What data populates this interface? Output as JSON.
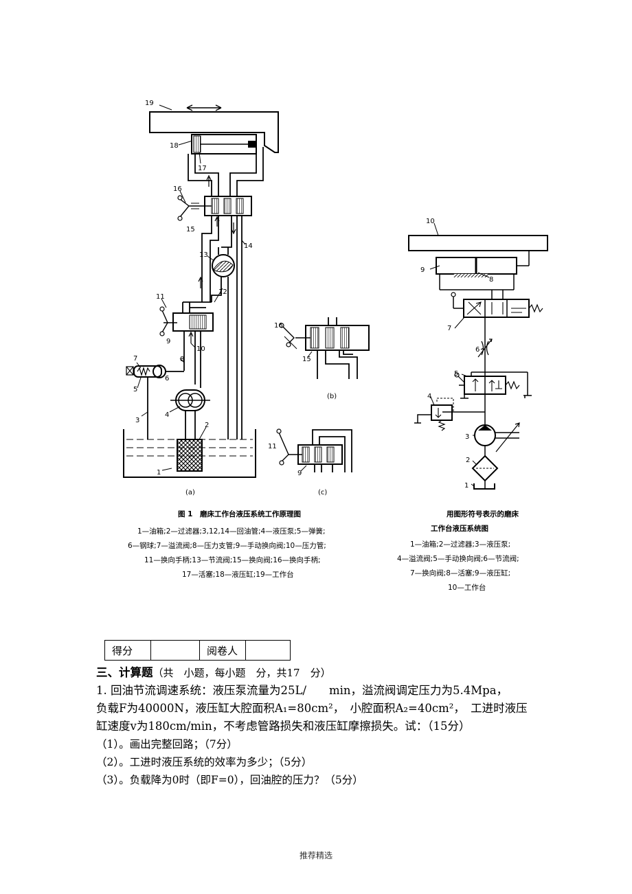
{
  "figure_left": {
    "labels": [
      "19",
      "18",
      "17",
      "16",
      "15",
      "14",
      "13",
      "12",
      "11",
      "10",
      "9",
      "8",
      "7",
      "6",
      "5",
      "4",
      "3",
      "2",
      "1"
    ],
    "subfig_a": "(a)",
    "subfig_b": "(b)",
    "subfig_c": "(c)",
    "subfig_b_labels": [
      "16",
      "15"
    ],
    "subfig_c_labels": [
      "11",
      "9"
    ],
    "caption_title": "图 1　磨床工作台液压系统工作原理图",
    "legend_lines": [
      "1—油箱;2—过滤器;3,12,14—回油管;4—液压泵;5—弹簧;",
      "6—钢球;7—溢流阀;8—压力支管;9—手动换向阀;10—压力管;",
      "11—换向手柄;13—节流阀;15—换向阀;16—换向手柄;",
      "17—活塞;18—液压缸;19—工作台"
    ]
  },
  "figure_right": {
    "labels": [
      "10",
      "9",
      "8",
      "7",
      "6",
      "5",
      "4",
      "3",
      "2",
      "1"
    ],
    "caption_lines": [
      "用图形符号表示的磨床",
      "工作台液压系统图"
    ],
    "legend_lines": [
      "1—油箱;2—过滤器;3—液压泵;",
      "4—溢流阀;5—手动换向阀;6—节流阀;",
      "7—换向阀;8—活塞;9—液压缸;",
      "10—工作台"
    ]
  },
  "score_table": {
    "score_label": "得分",
    "score_value": "",
    "reviewer_label": "阅卷人",
    "reviewer_value": ""
  },
  "section": {
    "heading": "三、计算题",
    "heading_note": "（共　小题，每小题　分，共17　分）"
  },
  "question": {
    "line1": "1. 回油节流调速系统：液压泵流量为25L/　　min，溢流阀调定压力为5.4Mpa，",
    "line2": "负载F为40000N，液压缸大腔面积A₁=80cm²，　小腔面积A₂=40cm²，　工进时液压",
    "line3": "缸速度v为180cm/min，不考虑管路损失和液压缸摩擦损失。试：（15分）",
    "sub1": "（1）。画出完整回路；（7分）",
    "sub2": "（2）。工进时液压系统的效率为多少；（5分）",
    "sub3": "（3）。负载降为0时（即F=0），回油腔的压力？（5分）"
  },
  "footer": "推荐精选"
}
